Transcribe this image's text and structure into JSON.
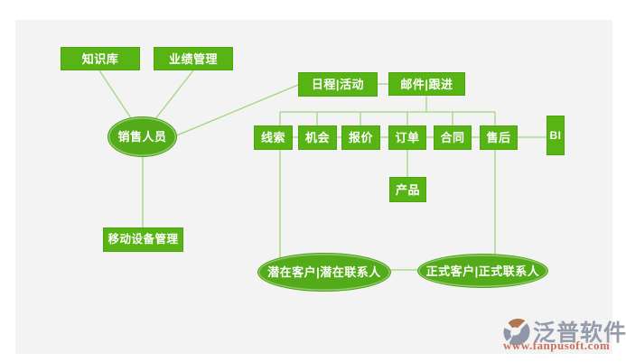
{
  "diagram": {
    "nodes": {
      "knowledge_base": "知识库",
      "performance_management": "业绩管理",
      "schedule_activity": "日程|活动",
      "email_followup": "邮件|跟进",
      "leads": "线索",
      "opportunity": "机会",
      "quotation": "报价",
      "order": "订单",
      "contract": "合同",
      "after_sales": "售后",
      "bi": "BI",
      "product": "产品",
      "mobile_device_management": "移动设备管理",
      "sales_staff": "销售人员",
      "potential_customer_contact": "潜在客户|潜在联系人",
      "formal_customer_contact": "正式客户|正式联系人"
    },
    "edges": [
      {
        "from": "sales_staff",
        "to": "knowledge_base"
      },
      {
        "from": "sales_staff",
        "to": "performance_management"
      },
      {
        "from": "sales_staff",
        "to": "schedule_activity"
      },
      {
        "from": "sales_staff",
        "to": "mobile_device_management"
      },
      {
        "from": "schedule_activity",
        "to": "email_followup"
      },
      {
        "from": "email_followup",
        "to": [
          "leads",
          "opportunity",
          "quotation",
          "order",
          "contract",
          "after_sales"
        ]
      },
      {
        "from": "leads",
        "to": "opportunity"
      },
      {
        "from": "opportunity",
        "to": "quotation"
      },
      {
        "from": "quotation",
        "to": "order"
      },
      {
        "from": "order",
        "to": "contract"
      },
      {
        "from": "contract",
        "to": "after_sales"
      },
      {
        "from": "after_sales",
        "to": "bi"
      },
      {
        "from": "order",
        "to": "product"
      },
      {
        "from": "leads",
        "to": "potential_customer_contact"
      },
      {
        "from": "after_sales",
        "to": "formal_customer_contact"
      },
      {
        "from": "potential_customer_contact",
        "to": "formal_customer_contact"
      }
    ],
    "colors": {
      "node_fill": "#58b315",
      "node_border": "#4ea30d",
      "connector_line": "#9fd57d",
      "canvas_background": "#f3f3f3",
      "node_text": "#ffffff"
    }
  },
  "watermark": {
    "brand": "泛普软件",
    "url": "www.fanpusoft.com",
    "brand_color": "#959cab",
    "url_color": "#cd6f57"
  }
}
